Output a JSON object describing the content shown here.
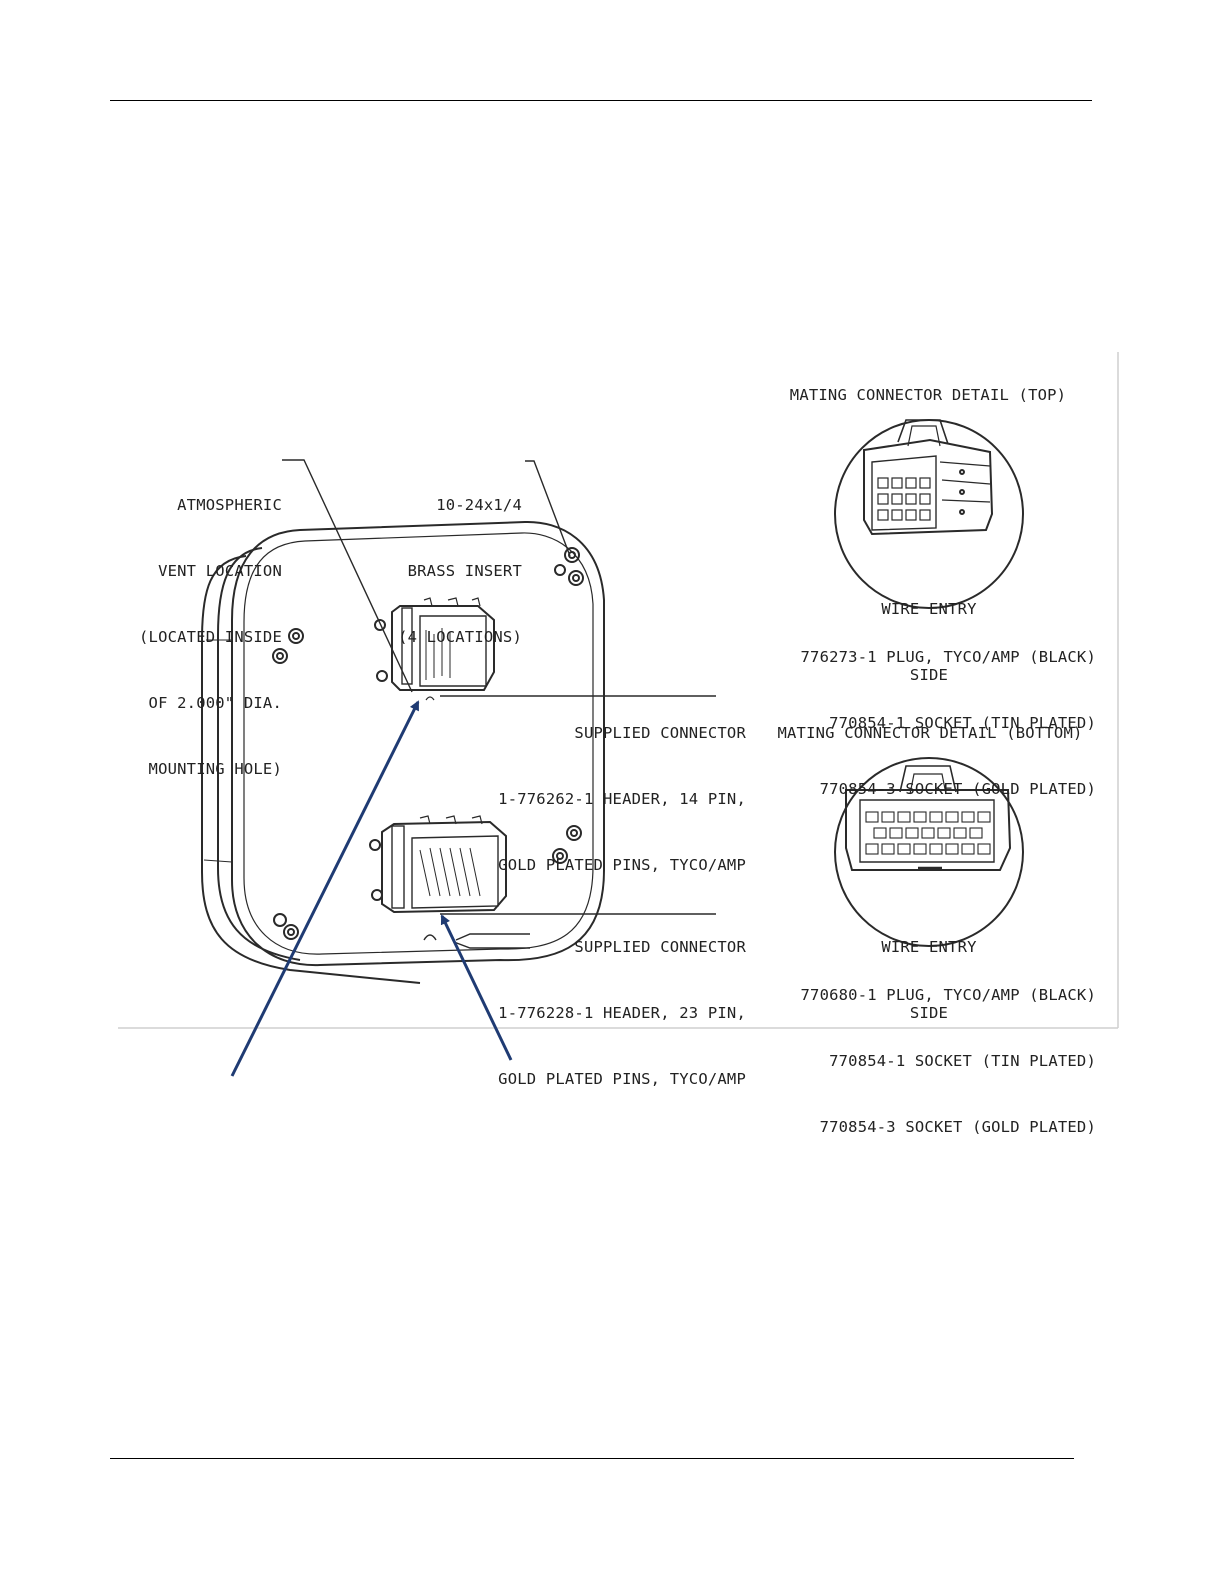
{
  "colors": {
    "ink": "#2a2a2a",
    "arrow": "#1f3b73",
    "frame": "#cfcfcf"
  },
  "labels": {
    "vent": [
      "ATMOSPHERIC",
      "VENT LOCATION",
      "(LOCATED INSIDE",
      "OF 2.000\" DIA.",
      "MOUNTING HOLE)"
    ],
    "insert": [
      "10-24x1/4",
      "BRASS INSERT",
      "(4 LOCATIONS)"
    ],
    "top_detail_title": "MATING CONNECTOR DETAIL (TOP)",
    "bottom_detail_title": "MATING CONNECTOR DETAIL (BOTTOM)",
    "wire_entry": [
      "WIRE ENTRY",
      "SIDE"
    ],
    "top_parts": [
      "776273-1 PLUG, TYCO/AMP (BLACK)",
      "770854-1 SOCKET (TIN PLATED)",
      "770854-3 SOCKET (GOLD PLATED)"
    ],
    "bottom_parts": [
      "770680-1 PLUG, TYCO/AMP (BLACK)",
      "770854-1 SOCKET (TIN PLATED)",
      "770854-3 SOCKET (GOLD PLATED)"
    ],
    "connector_14": [
      "SUPPLIED CONNECTOR",
      "1-776262-1 HEADER, 14 PIN,",
      "GOLD PLATED PINS, TYCO/AMP"
    ],
    "connector_23": [
      "SUPPLIED CONNECTOR",
      "1-776228-1 HEADER, 23 PIN,",
      "GOLD PLATED PINS, TYCO/AMP"
    ]
  }
}
